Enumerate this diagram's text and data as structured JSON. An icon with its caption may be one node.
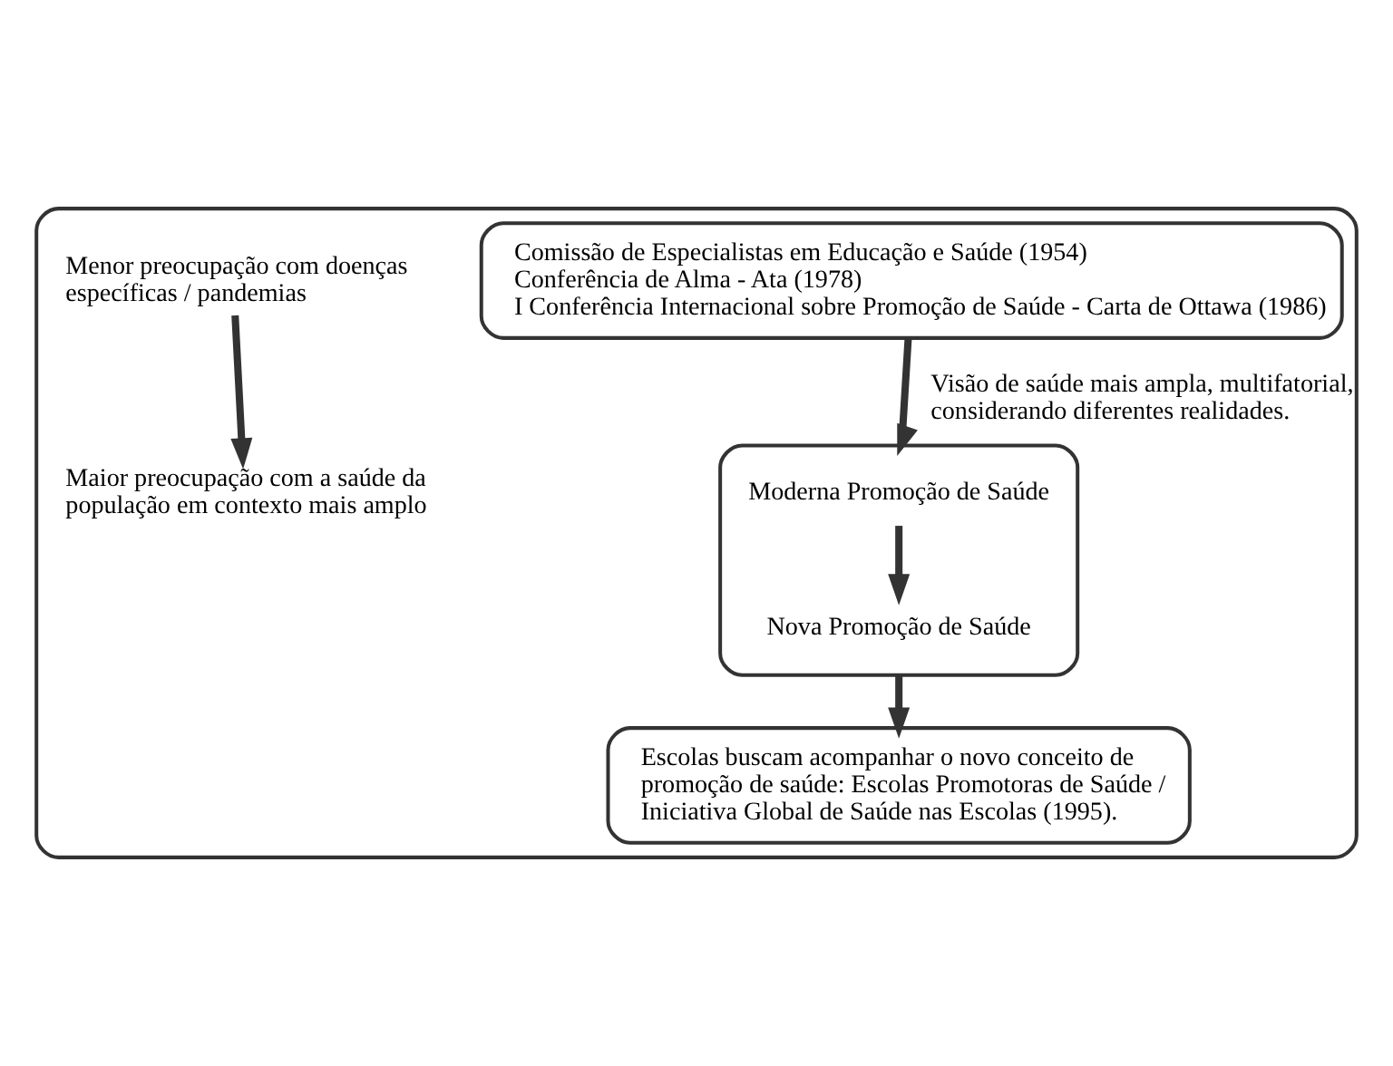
{
  "diagram": {
    "nodes": [
      {
        "text": [],
        "shape": "box"
      },
      {
        "text": [
          "Comissão de Especialistas em Educação e Saúde (1954)",
          "Conferência de Alma - Ata (1978)",
          "I Conferência Internacional sobre Promoção de Saúde - Carta de Ottawa (1986)"
        ],
        "in": 0
      },
      {
        "text": [],
        "shape": "box",
        "in": 0
      },
      {
        "text": [
          "Moderna Promoção de Saúde"
        ],
        "in": 2
      },
      {
        "text": [
          "Nova Promoção de Saúde"
        ],
        "in": 2
      },
      {
        "text": [
          "Menor preocupação com doenças específicas / pandemias"
        ],
        "in": 0
      },
      {
        "text": [
          "Maior preocupação com a saúde da população em contexto mais amplo"
        ],
        "in": 0
      },
      {
        "text": [
          "Escolas buscam acompanhar o novo conceito de promoção de saúde: Escolas Promotoras de Saúde / Iniciativa Global de Saúde nas Escolas (1995)."
        ],
        "in": 0
      }
    ],
    "edges": [
      {
        "from": 1,
        "to": 2,
        "arrow": "to",
        "label": "Visão de saúde mais ampla, multifatorial, considerando diferentes realidades."
      },
      {
        "from": 3,
        "to": 4,
        "arrow": "to"
      },
      {
        "from": 5,
        "to": 6,
        "arrow": "to"
      },
      {
        "from": 2,
        "to": 7,
        "arrow": "to"
      }
    ]
  }
}
